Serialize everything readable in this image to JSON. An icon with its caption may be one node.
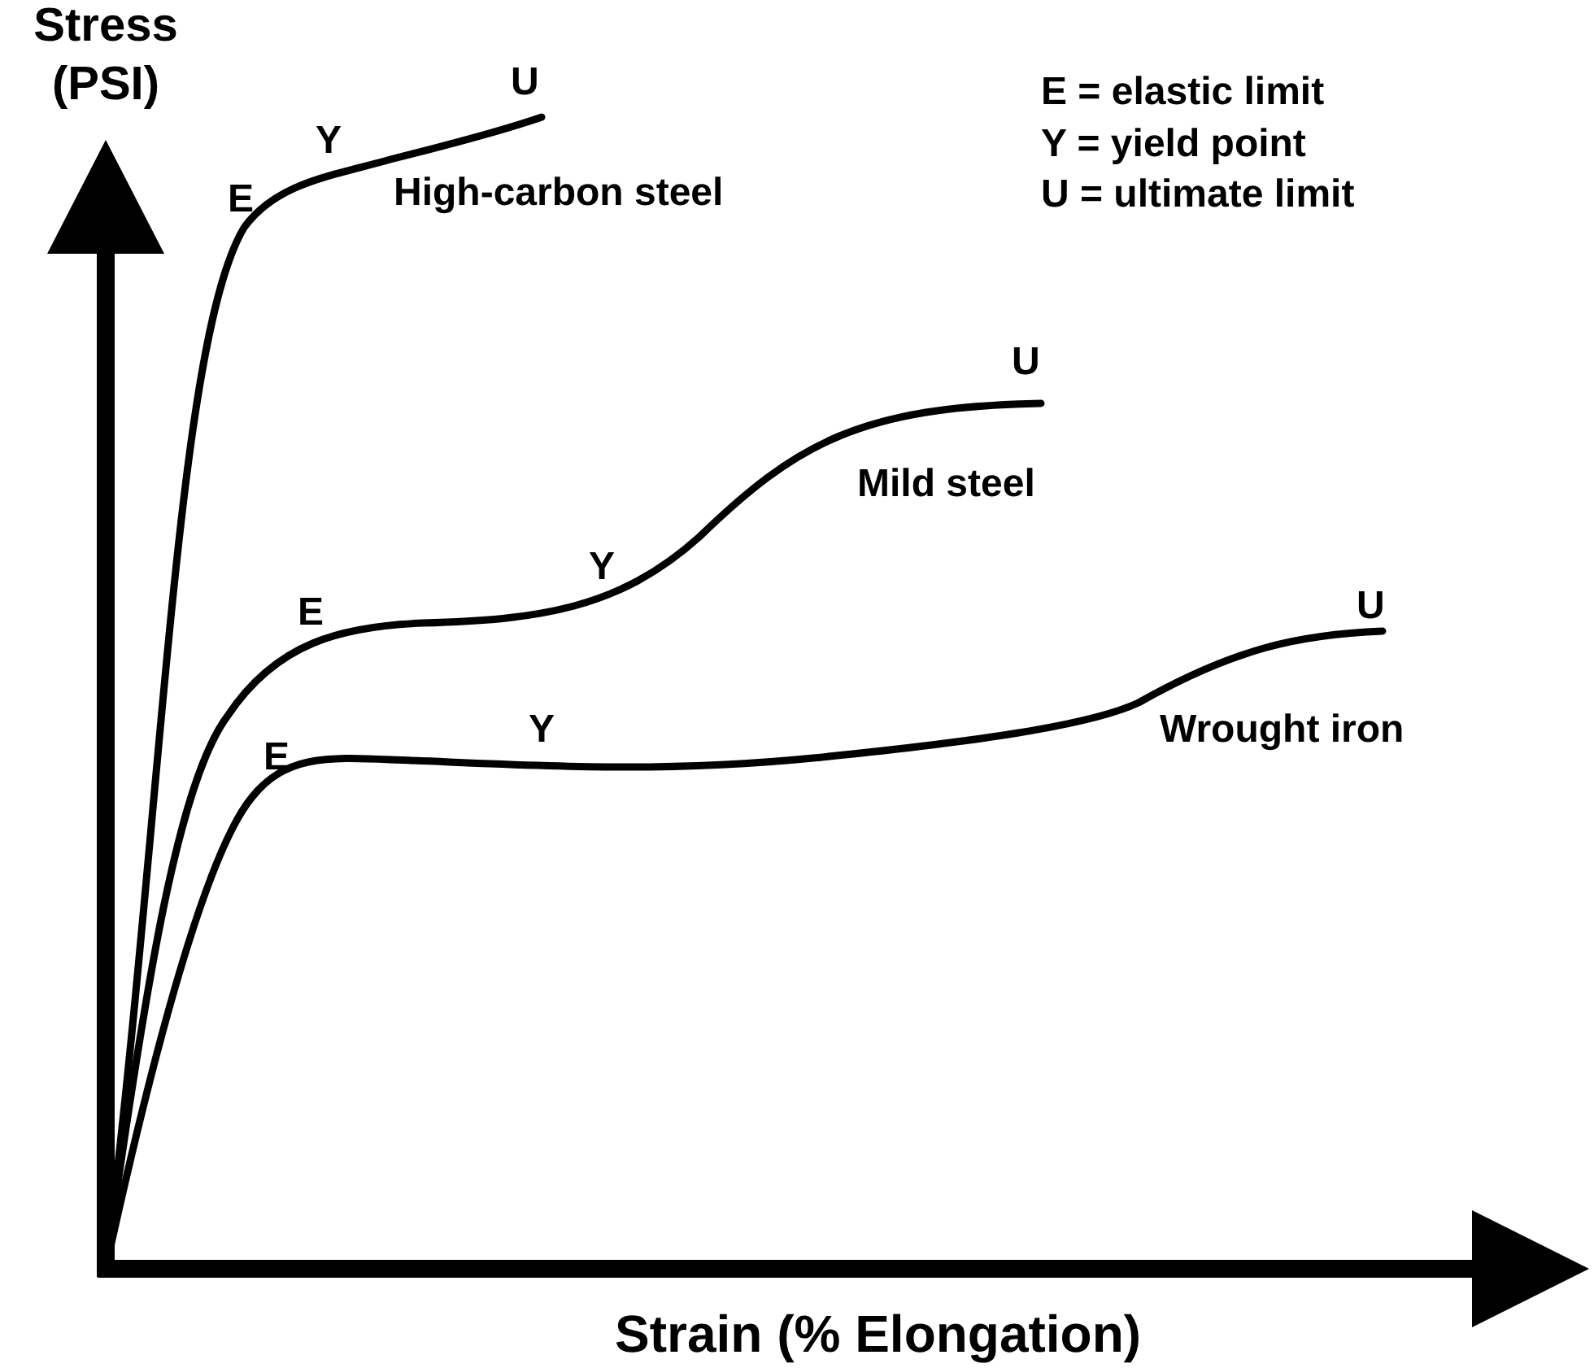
{
  "diagram": {
    "labels": [
      "Stress (PSI)",
      "U",
      "Y",
      "E",
      "High-carbon steel",
      "E = elastic limit",
      "Y = yield point",
      "U = ultimate limit",
      "U",
      "Mild steel",
      "Y",
      "E",
      "U",
      "Wrought iron",
      "Y",
      "E",
      "Strain (% Elongation)"
    ]
  }
}
